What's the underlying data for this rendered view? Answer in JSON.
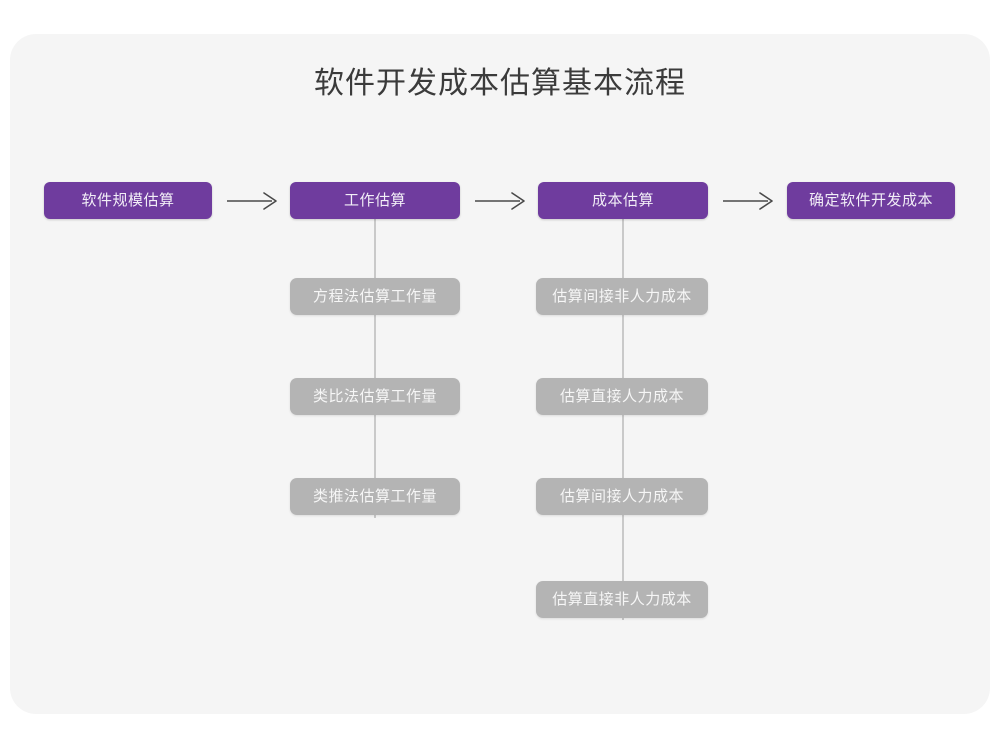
{
  "page": {
    "background": "#ffffff",
    "card_background": "#f5f5f5"
  },
  "colors": {
    "primary": "#6f3c9e",
    "secondary": "#b4b4b4",
    "title_text": "#3b3b3b",
    "node_text": "#f4f1f8",
    "connector": "#c9c9c9",
    "arrow": "#4a4a4a"
  },
  "header": {
    "title": "软件开发成本估算基本流程"
  },
  "chart_data": {
    "type": "diagram",
    "title": "软件开发成本估算基本流程",
    "stages": [
      {
        "id": "stage-1",
        "label": "软件规模估算",
        "level": "primary",
        "substeps": []
      },
      {
        "id": "stage-2",
        "label": "工作估算",
        "level": "primary",
        "substeps": [
          "方程法估算工作量",
          "类比法估算工作量",
          "类推法估算工作量"
        ]
      },
      {
        "id": "stage-3",
        "label": "成本估算",
        "level": "primary",
        "substeps": [
          "估算间接非人力成本",
          "估算直接人力成本",
          "估算间接人力成本",
          "估算直接非人力成本"
        ]
      },
      {
        "id": "stage-4",
        "label": "确定软件开发成本",
        "level": "primary",
        "substeps": []
      }
    ],
    "connectors": [
      {
        "from": "stage-1",
        "to": "stage-2",
        "kind": "arrow-right"
      },
      {
        "from": "stage-2",
        "to": "stage-3",
        "kind": "arrow-right"
      },
      {
        "from": "stage-3",
        "to": "stage-4",
        "kind": "arrow-right"
      },
      {
        "from": "stage-2",
        "to": "substeps",
        "kind": "vertical-line"
      },
      {
        "from": "stage-3",
        "to": "substeps",
        "kind": "vertical-line"
      }
    ]
  },
  "nodes": {
    "top": [
      {
        "label": "软件规模估算"
      },
      {
        "label": "工作估算"
      },
      {
        "label": "成本估算"
      },
      {
        "label": "确定软件开发成本"
      }
    ],
    "effort_branch": [
      {
        "label": "方程法估算工作量"
      },
      {
        "label": "类比法估算工作量"
      },
      {
        "label": "类推法估算工作量"
      }
    ],
    "cost_branch": [
      {
        "label": "估算间接非人力成本"
      },
      {
        "label": "估算直接人力成本"
      },
      {
        "label": "估算间接人力成本"
      },
      {
        "label": "估算直接非人力成本"
      }
    ]
  },
  "icons": {
    "arrow_right": "arrow-right-icon"
  }
}
